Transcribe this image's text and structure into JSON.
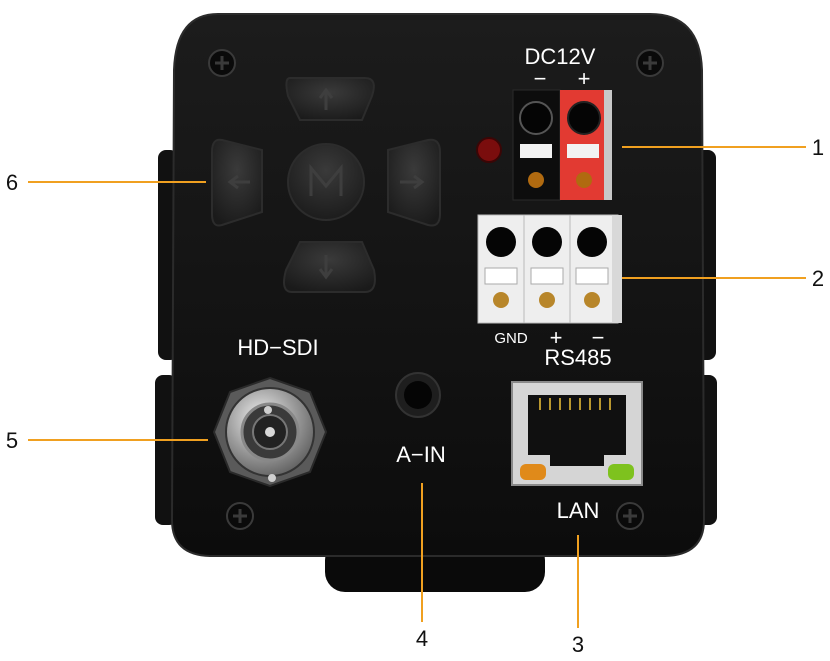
{
  "labels": {
    "dc12v": "DC12V",
    "minus": "−",
    "plus": "+",
    "gnd": "GND",
    "rs485_plus": "+",
    "rs485_minus": "−",
    "rs485": "RS485",
    "hd_sdi": "HD−SDI",
    "a_in": "A−IN",
    "lan": "LAN"
  },
  "callouts": {
    "c1": "1",
    "c2": "2",
    "c3": "3",
    "c4": "4",
    "c5": "5",
    "c6": "6"
  },
  "colors": {
    "body": "#141414",
    "leader": "#f0a020",
    "power_plus": "#e23a32",
    "led_red": "#7a0d0d",
    "led_orange": "#e08a1a",
    "led_green": "#7ec21e"
  },
  "icons": {
    "button_up": "up-arrow-icon",
    "button_down": "down-arrow-icon",
    "button_left": "left-arrow-icon",
    "button_right": "right-arrow-icon",
    "button_menu": "menu-m-icon"
  }
}
